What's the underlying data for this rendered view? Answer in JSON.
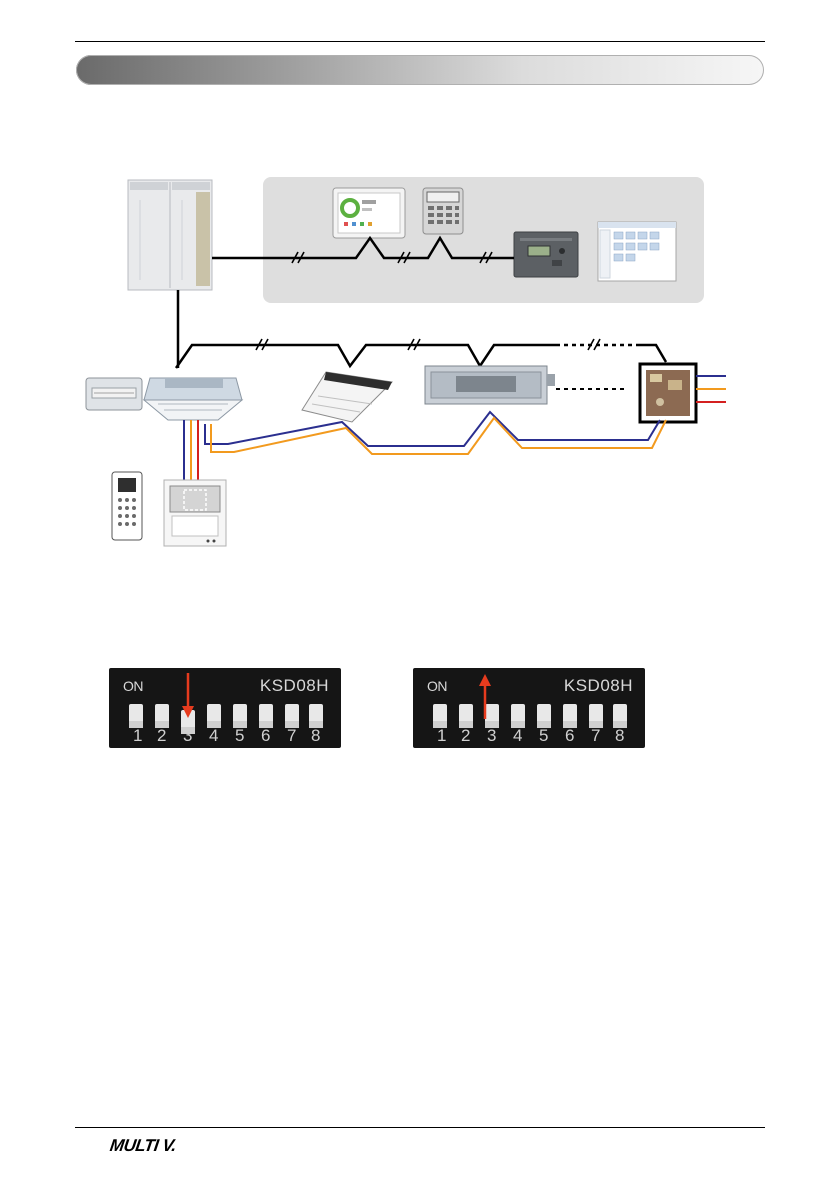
{
  "footer": {
    "logo_text": "MULTI V."
  },
  "dip_switch_left": {
    "on_label": "ON",
    "model_label": "KSD08H",
    "numbers": [
      "1",
      "2",
      "3",
      "4",
      "5",
      "6",
      "7",
      "8"
    ],
    "switch3_state": "off",
    "arrow": "down"
  },
  "dip_switch_right": {
    "on_label": "ON",
    "model_label": "KSD08H",
    "numbers": [
      "1",
      "2",
      "3",
      "4",
      "5",
      "6",
      "7",
      "8"
    ],
    "switch3_state": "on",
    "arrow": "up"
  },
  "colors": {
    "wire_blue": "#2b2f8f",
    "wire_orange": "#f29a1e",
    "wire_red": "#d42020",
    "arrow_red": "#e63b1e",
    "panel_gray": "#dedede"
  },
  "icons": [
    "outdoor-unit-icon",
    "touch-controller-icon",
    "central-controller-icon",
    "plc-gateway-icon",
    "pc-software-icon",
    "dry-contact-icon",
    "cassette-4way-icon",
    "cassette-1way-icon",
    "ducted-unit-icon",
    "pcb-board-icon",
    "wireless-remote-icon",
    "wired-remote-icon"
  ]
}
